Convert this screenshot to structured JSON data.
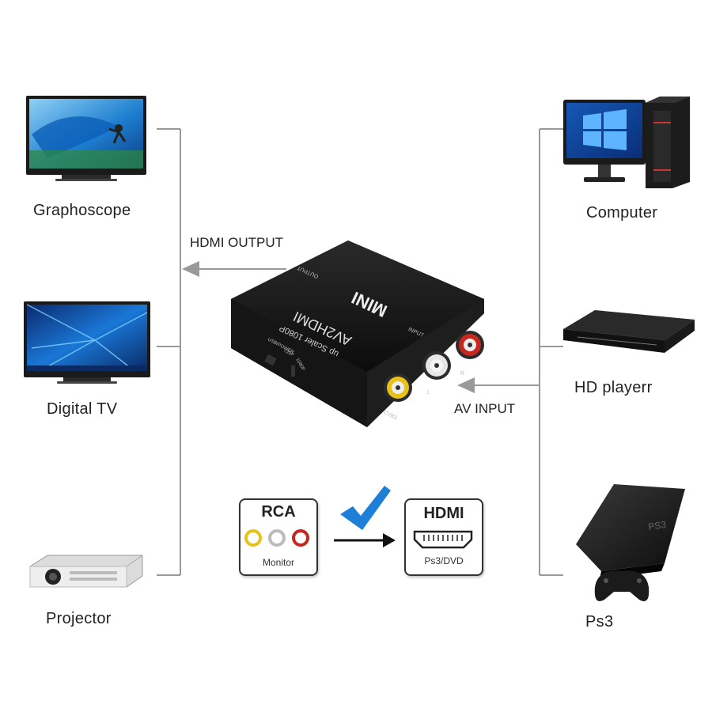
{
  "devices": {
    "graphoscope": "Graphoscope",
    "digital_tv": "Digital  TV",
    "projector": "Projector",
    "computer": "Computer",
    "hd_player": "HD playerr",
    "ps3": "Ps3"
  },
  "flows": {
    "hdmi_output": "HDMI OUTPUT",
    "av_input": "AV INPUT"
  },
  "converter": {
    "brand": "MINI",
    "model": "AV2HDMI",
    "subtitle": "up Scaler 1080P",
    "output_label": "OUTPUT",
    "input_label": "INPUT",
    "usb_label": "USB/POWER",
    "res_720": "720P",
    "res_1080": "1080P",
    "cvbs_label": "CVBS",
    "l_label": "L",
    "r_label": "R"
  },
  "rca_card": {
    "title": "RCA",
    "subtitle": "Monitor"
  },
  "hdmi_card": {
    "title": "HDMI",
    "subtitle": "Ps3/DVD"
  },
  "colors": {
    "line": "#999999",
    "check": "#1e7fd8",
    "rca_yellow": "#e8c21a",
    "rca_white": "#e6e6e6",
    "rca_red": "#c6281f"
  }
}
